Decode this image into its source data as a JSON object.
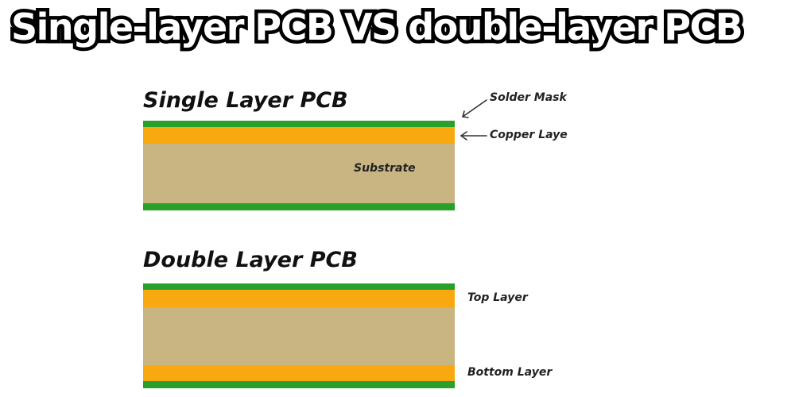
{
  "banner": {
    "title": "Single-layer PCB VS double-layer PCB"
  },
  "single_layer": {
    "title": "Single Layer PCB",
    "substrate_label": "Substrate",
    "callouts": {
      "solder_mask": "Solder Mask",
      "copper_layer": "Copper Laye"
    },
    "layers_top_to_bottom": [
      "solder mask",
      "copper",
      "substrate",
      "solder mask"
    ]
  },
  "double_layer": {
    "title": "Double Layer PCB",
    "callouts": {
      "top_layer": "Top Layer",
      "bottom_layer": "Bottom Layer"
    },
    "layers_top_to_bottom": [
      "solder mask",
      "copper",
      "substrate",
      "copper",
      "solder mask"
    ]
  },
  "colors": {
    "solder_mask": "#2a9f2a",
    "copper": "#f8a90f",
    "substrate": "#c9b581",
    "text": "#222222"
  }
}
